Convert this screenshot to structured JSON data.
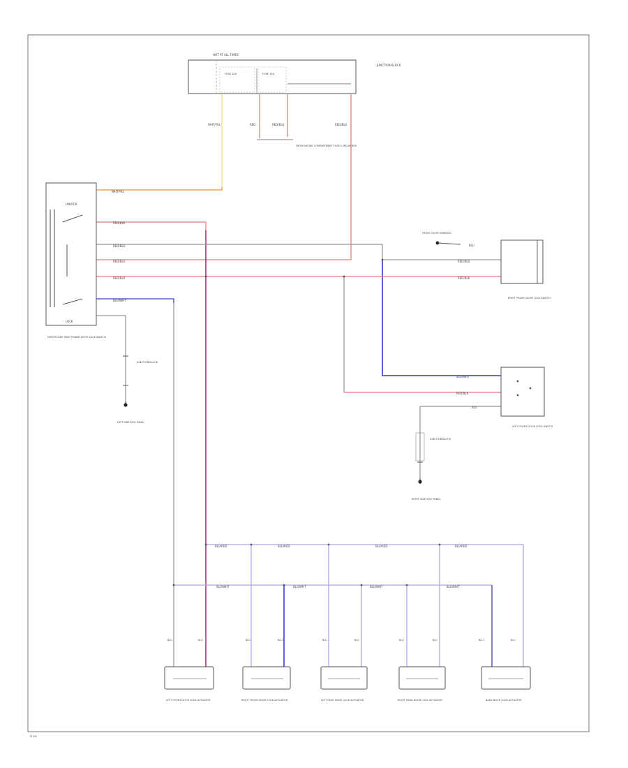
{
  "colors": {
    "frame": "#777777",
    "black_wire": "#555555",
    "yellow_wire": "#f4e98a",
    "orange_wire": "#f0a050",
    "red_wire": "#e87878",
    "purple_wire": "#9a3a7a",
    "blue_wire": "#3a3acc",
    "light_blue_wire": "#a8a8ee",
    "gray_wire": "#999999"
  },
  "icons": [
    "ground-icon",
    "splice-icon",
    "switch-contact-icon"
  ],
  "labels": {
    "fuse_box_header": "HOT AT ALL TIMES",
    "fuse_box_name": "JUNCTION BLOCK",
    "fuse_a": "FUSE 10A",
    "fuse_b": "FUSE 15A",
    "wire_a": "WHT/YEL",
    "wire_b": "RED",
    "wire_c": "RED/BLU",
    "wire_d": "RED/BLK",
    "note_fuse": "FROM ENGINE COMPARTMENT FUSE & RELAY BOX",
    "master_switch": "DRIVER SIDE MAIN POWER DOOR LOCK SWITCH",
    "unlock": "UNLOCK",
    "lock": "LOCK",
    "ground_1": "LEFT SIDE KICK PANEL",
    "ground_2": "RIGHT SIDE KICK PANEL",
    "junction_1": "JUNCTION BLOCK",
    "junction_2": "JUNCTION BLOCK",
    "right_switch": "RIGHT FRONT DOOR LOCK SWITCH",
    "left_switch": "LEFT FRONT DOOR LOCK SWITCH",
    "ground_top_right": "FRONT DOOR HARNESS",
    "bus_upper": "BLU/RED",
    "bus_lower": "BLU/WHT",
    "act_1": "LEFT FRONT DOOR LOCK ACTUATOR",
    "act_2": "RIGHT FRONT DOOR LOCK ACTUATOR",
    "act_3": "LEFT REAR DOOR LOCK ACTUATOR",
    "act_4": "RIGHT REAR DOOR LOCK ACTUATOR",
    "act_5": "BACK DOOR LOCK ACTUATOR",
    "pin": "BLU",
    "figure_id": "71002"
  }
}
